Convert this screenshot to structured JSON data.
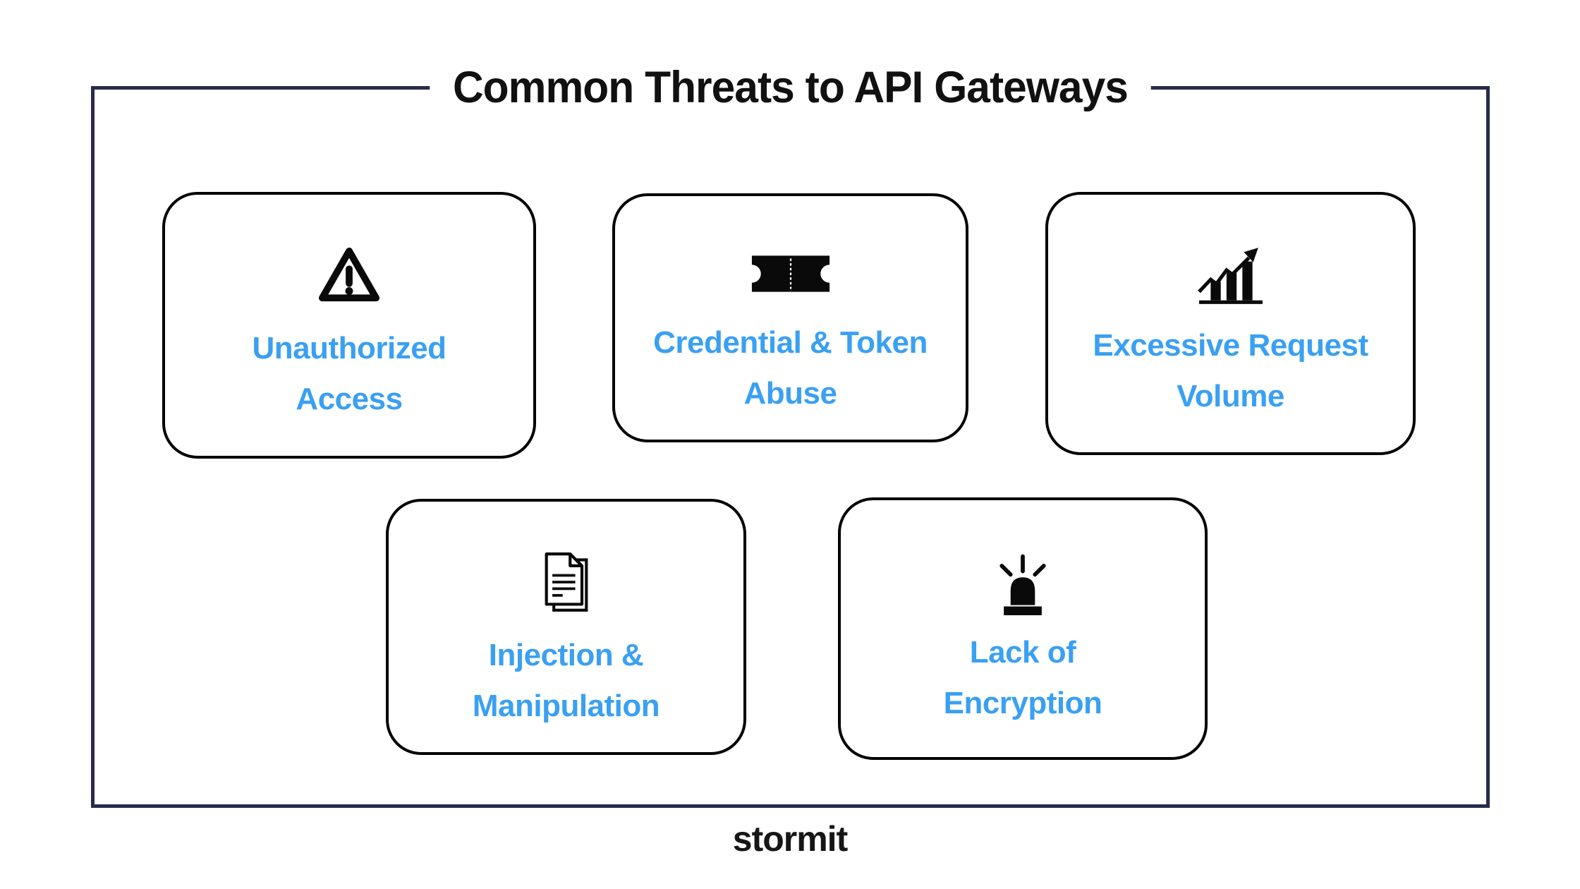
{
  "title": "Common Threats to API Gateways",
  "footer": {
    "brand": "stormit"
  },
  "colors": {
    "accent_blue": "#3aa0f2",
    "frame_navy": "#272c4d",
    "card_border": "#000000",
    "icon_black": "#0a0a0a"
  },
  "cards": [
    {
      "name": "unauthorized-access",
      "icon": "warning-triangle-icon",
      "line1": "Unauthorized",
      "line2": "Access"
    },
    {
      "name": "credential-token-abuse",
      "icon": "ticket-icon",
      "line1": "Credential & Token",
      "line2": "Abuse"
    },
    {
      "name": "excessive-request-volume",
      "icon": "bar-chart-growth-icon",
      "line1": "Excessive Request",
      "line2": "Volume"
    },
    {
      "name": "injection-manipulation",
      "icon": "documents-icon",
      "line1": "Injection &",
      "line2": "Manipulation"
    },
    {
      "name": "lack-of-encryption",
      "icon": "siren-icon",
      "line1": "Lack of",
      "line2": "Encryption"
    }
  ]
}
